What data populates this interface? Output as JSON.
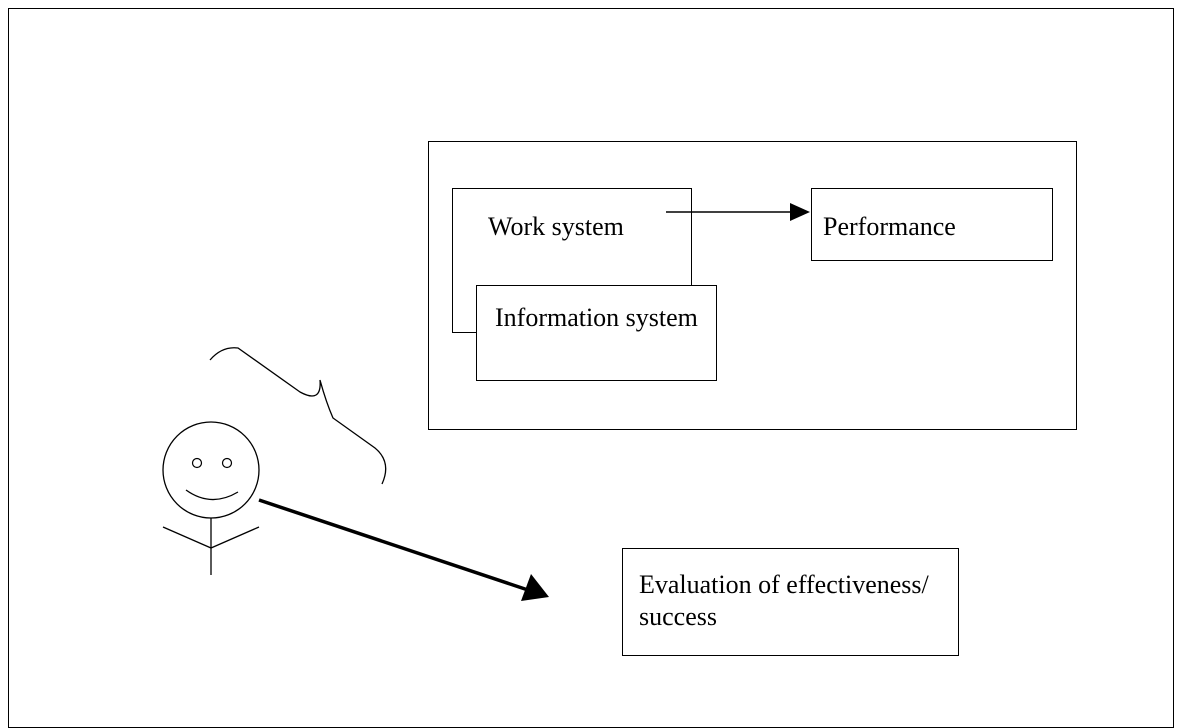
{
  "diagram": {
    "work_system": "Work system",
    "information_system": "Information system",
    "performance": "Performance",
    "evaluation": "Evaluation of effectiveness/ success"
  },
  "icons": {
    "person": "stick-figure-smiley-icon",
    "brace": "curly-brace-icon"
  }
}
